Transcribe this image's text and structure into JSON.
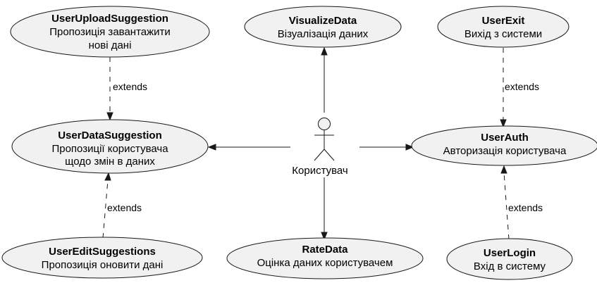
{
  "actor": {
    "label": "Користувач"
  },
  "use_cases": {
    "upload": {
      "title": "UserUploadSuggestion",
      "lines": [
        "Пропозиція завантажити",
        "нові дані"
      ]
    },
    "visualize": {
      "title": "VisualizeData",
      "lines": [
        "Візуалізація даних"
      ]
    },
    "exit": {
      "title": "UserExit",
      "lines": [
        "Вихід з системи"
      ]
    },
    "suggestion": {
      "title": "UserDataSuggestion",
      "lines": [
        "Пропозиції користувача",
        "щодо змін в даних"
      ]
    },
    "auth": {
      "title": "UserAuth",
      "lines": [
        "Авторизація користувача"
      ]
    },
    "edit": {
      "title": "UserEditSuggestions",
      "lines": [
        "Пропозиція оновити дані"
      ]
    },
    "rate": {
      "title": "RateData",
      "lines": [
        "Оцінка даних користувачем"
      ]
    },
    "login": {
      "title": "UserLogin",
      "lines": [
        "Вхід в систему"
      ]
    }
  },
  "relations": {
    "upload_extends": "extends",
    "exit_extends": "extends",
    "edit_extends": "extends",
    "login_extends": "extends"
  }
}
